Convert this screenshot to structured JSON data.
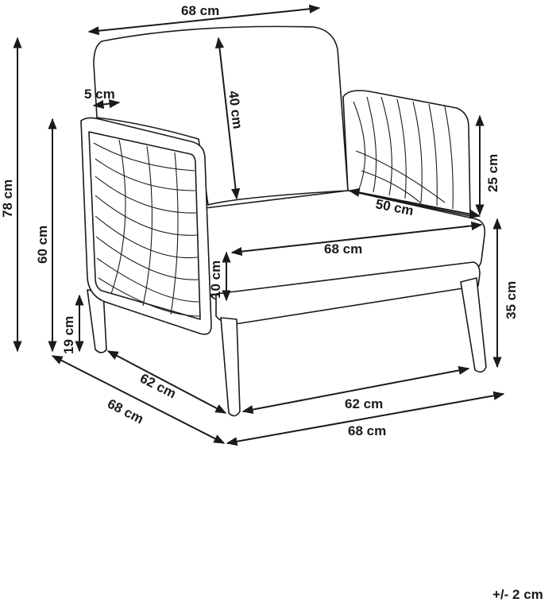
{
  "dimensions": {
    "top_width": "68 cm",
    "back_cushion_height": "40 cm",
    "armrest_thickness": "5 cm",
    "total_height": "78 cm",
    "arm_height": "60 cm",
    "leg_height": "19 cm",
    "seat_thickness": "10 cm",
    "seat_width": "68 cm",
    "seat_depth": "50 cm",
    "back_height_above_seat": "25 cm",
    "seat_height": "35 cm",
    "inner_depth": "62 cm",
    "outer_depth": "68 cm",
    "inner_width": "62 cm",
    "outer_width": "68 cm"
  },
  "tolerance": "+/- 2 cm",
  "colors": {
    "ink": "#1a1a1a",
    "background": "#ffffff"
  }
}
